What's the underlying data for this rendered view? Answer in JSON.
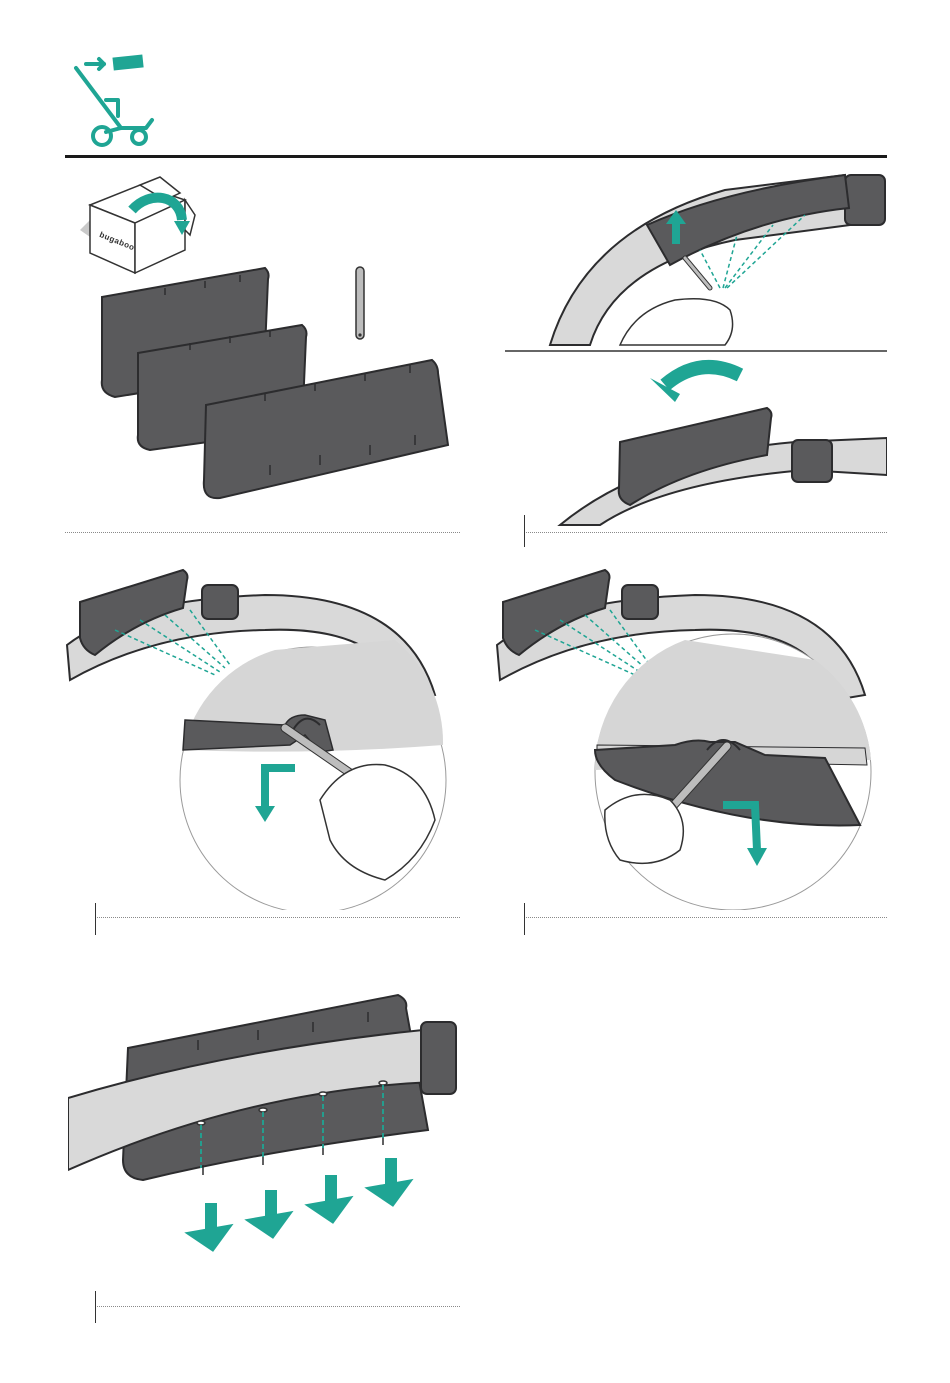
{
  "brand": {
    "box_logo_text": "bugaboo"
  },
  "colors": {
    "accent": "#1fa594",
    "pad_dark": "#5a5a5c",
    "pad_edge": "#2c2c2e",
    "bar_light": "#d9d9d9",
    "circle_fill": "#d6d6d6",
    "rule": "#1a1a1a"
  },
  "icons": {
    "header": "stroller-bumper-bar-icon",
    "box": "open-box-icon",
    "arrow_up": "arrow-up-icon",
    "arrow_rotate": "rotate-arrow-icon",
    "arrow_down": "arrow-down-icon"
  },
  "steps": [
    {
      "id": "unpack",
      "illustration": "box-contents"
    },
    {
      "id": "remove-cover",
      "illustration": "lift-and-rotate"
    },
    {
      "id": "detach-left",
      "illustration": "zoom-clip-left"
    },
    {
      "id": "detach-right",
      "illustration": "zoom-clip-right"
    },
    {
      "id": "attach-new",
      "illustration": "press-down"
    }
  ]
}
